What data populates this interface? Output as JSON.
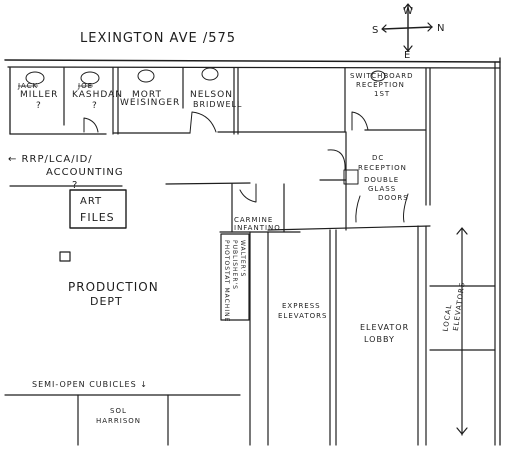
{
  "title": "LEXINGTON AVE /575",
  "compass": {
    "n": "N",
    "s": "S",
    "e": "E",
    "w": "W"
  },
  "offices": [
    {
      "id": "miller",
      "line1": "MILLER",
      "line2": "?",
      "strike": "JACK"
    },
    {
      "id": "kashdan",
      "line1": "KASHDAN",
      "line2": "?",
      "strike": "JOE"
    },
    {
      "id": "weisinger",
      "line1": "MORT",
      "line2": "WEISINGER"
    },
    {
      "id": "nelson",
      "line1": "NELSON",
      "line2": "BRIDWELL"
    },
    {
      "id": "switchboard",
      "line1": "SWITCHBOARD",
      "line2": "RECEPTION",
      "line3": "1ST"
    }
  ],
  "labels": {
    "rrp": "← RRP/LCA/ID/",
    "accounting": "ACCOUNTING",
    "accounting_q": "?",
    "art_files_1": "ART",
    "art_files_2": "FILES",
    "dc_reception_1": "DC",
    "dc_reception_2": "RECEPTION",
    "double_glass_1": "DOUBLE",
    "double_glass_2": "GLASS",
    "double_glass_3": "DOORS",
    "carmine_1": "CARMINE",
    "carmine_2": "INFANTINO",
    "walter_1": "WALTER'S",
    "walter_2": "PUBLISHER'S",
    "walter_3": "PHOTOSTAT MACHINE",
    "production_1": "PRODUCTION",
    "production_2": "DEPT",
    "express_1": "EXPRESS",
    "express_2": "ELEVATORS",
    "elevator_1": "ELEVATOR",
    "elevator_2": "LOBBY",
    "local_1": "LOCAL",
    "local_2": "ELEVATORS",
    "semi_open": "SEMI-OPEN CUBICLES ↓",
    "sol_1": "SOL",
    "sol_2": "HARRISON"
  }
}
